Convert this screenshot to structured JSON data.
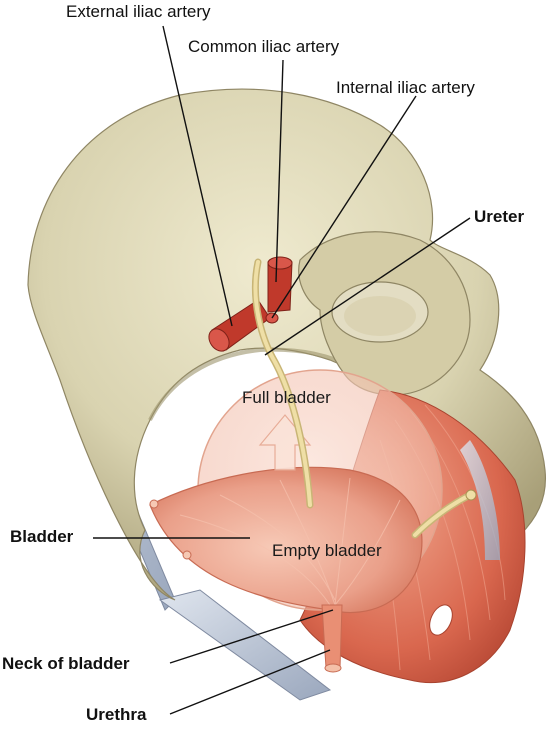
{
  "labels": {
    "external_iliac_artery": "External iliac artery",
    "common_iliac_artery": "Common iliac artery",
    "internal_iliac_artery": "Internal iliac artery",
    "ureter": "Ureter",
    "full_bladder": "Full bladder",
    "bladder": "Bladder",
    "empty_bladder": "Empty bladder",
    "neck_of_bladder": "Neck of bladder",
    "urethra": "Urethra"
  },
  "colors": {
    "bone": "#d9d3b0",
    "bone_shadow": "#b9b08a",
    "bone_highlight": "#ece7cc",
    "artery": "#c0392b",
    "ureter": "#e9d79a",
    "muscle": "#d9674e",
    "muscle_light": "#eb9b83",
    "bladder_overlay": "#f3c3b3",
    "ligament": "#b9c4d6",
    "leader_line": "#111111"
  }
}
